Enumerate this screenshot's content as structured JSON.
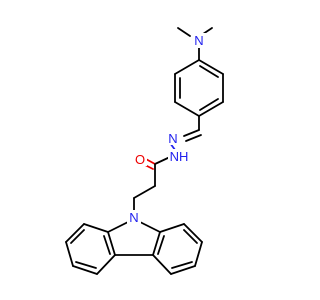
{
  "molecule": {
    "atoms": [
      {
        "id": "N1",
        "symbol": "N",
        "label": "N",
        "color": "#2222ee"
      },
      {
        "id": "N2",
        "symbol": "N",
        "label": "N",
        "color": "#2222ee"
      },
      {
        "id": "N3",
        "symbol": "N",
        "label": "NH",
        "color": "#2222ee"
      },
      {
        "id": "O1",
        "symbol": "O",
        "label": "O",
        "color": "#ee0000"
      },
      {
        "id": "N4",
        "symbol": "N",
        "label": "N",
        "color": "#2222ee"
      }
    ],
    "colors": {
      "carbon_bond": "#000000",
      "nitrogen": "#2222ee",
      "oxygen": "#ee0000",
      "background": "#ffffff"
    }
  }
}
